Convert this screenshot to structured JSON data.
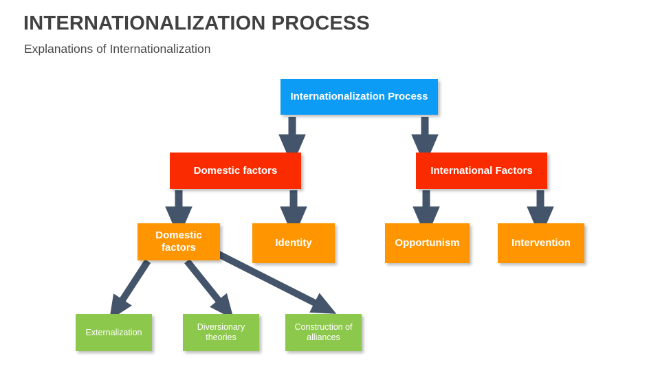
{
  "header": {
    "title": "INTERNATIONALIZATION PROCESS",
    "subtitle": "Explanations of Internationalization"
  },
  "colors": {
    "level1": "#0c9bf5",
    "level2": "#fb2b00",
    "level3": "#ff9500",
    "level4": "#8cc84b",
    "arrow": "#44546a",
    "title_text": "#414141",
    "background": "#ffffff"
  },
  "diagram": {
    "type": "flowchart",
    "root": {
      "label": "Internationalization Process",
      "level": 1
    },
    "level2": [
      {
        "label": "Domestic factors"
      },
      {
        "label": "International Factors"
      }
    ],
    "level3": [
      {
        "label": "Domestic factors",
        "parent": "Domestic factors"
      },
      {
        "label": "Identity",
        "parent": "Domestic factors"
      },
      {
        "label": "Opportunism",
        "parent": "International Factors"
      },
      {
        "label": "Intervention",
        "parent": "International Factors"
      }
    ],
    "level4": [
      {
        "label": "Externalization",
        "parent": "Domestic factors"
      },
      {
        "label": "Diversionary theories",
        "parent": "Domestic factors"
      },
      {
        "label": "Construction of alliances",
        "parent": "Domestic factors"
      }
    ]
  }
}
